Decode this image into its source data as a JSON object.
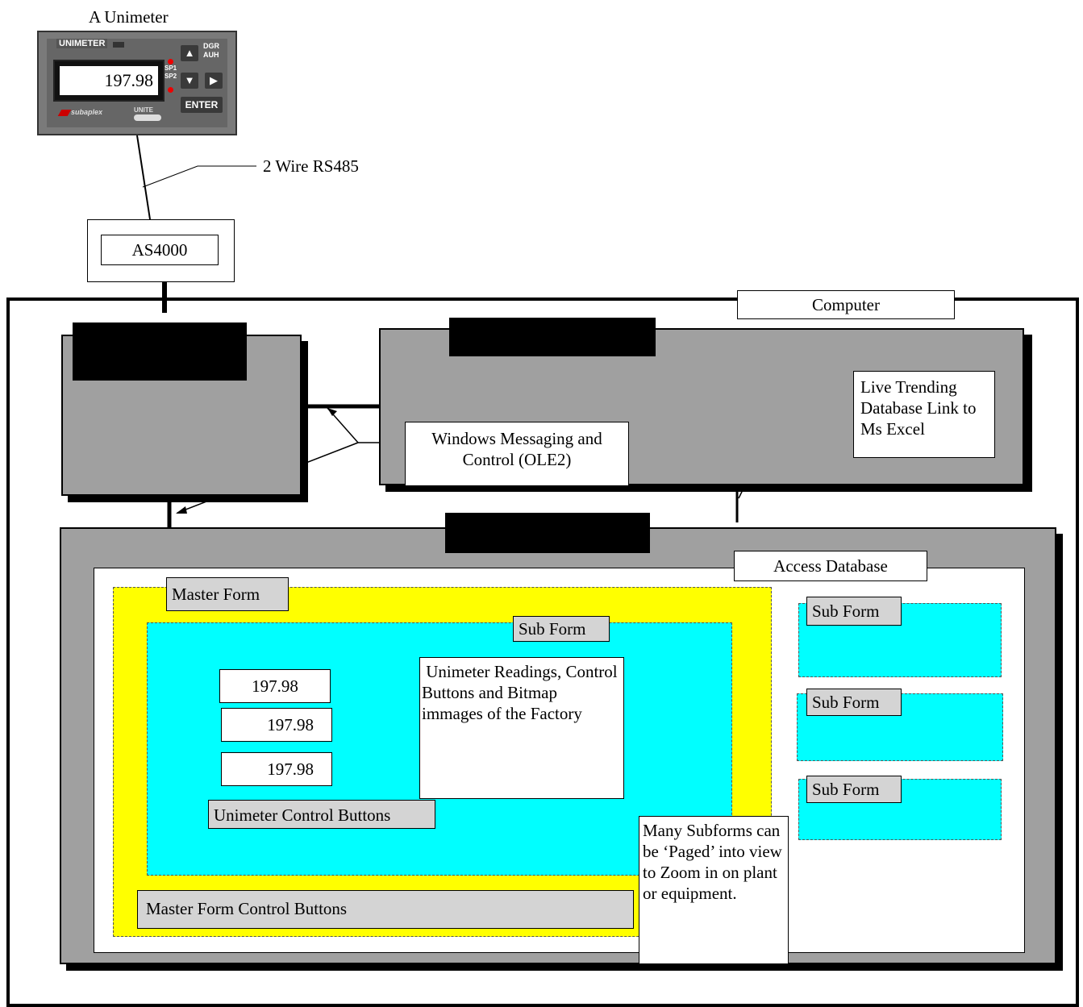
{
  "unimeter": {
    "caption": "A Unimeter",
    "brand": "UNIMETER",
    "display_value": "197.98",
    "sp1": "SP1",
    "sp2": "SP2",
    "dgr_top": "DGR",
    "dgr_bottom": "AUH",
    "enter": "ENTER",
    "maker": "subaplex",
    "unite": "UNITE"
  },
  "wire_label": "2 Wire RS485",
  "as4000_label": "AS4000",
  "computer_label": "Computer",
  "live_trending_label": "Live Trending Database Link to Ms Excel",
  "ole_label": "Windows Messaging and Control (OLE2)",
  "access_label": "Access Database",
  "master_form_label": "Master Form",
  "sub_form_main_label": "Sub Form",
  "readings": [
    "197.98",
    "197.98",
    "197.98"
  ],
  "readings_note": " Unimeter Readings, Control Buttons and Bitmap immages of the Factory",
  "unimeter_buttons_label": "Unimeter Control Buttons",
  "master_buttons_label": "Master Form Control Buttons",
  "side_subforms": [
    "Sub Form",
    "Sub Form",
    "Sub Form"
  ],
  "paging_note": "Many Subforms can be ‘Paged’ into view to Zoom in on plant or equipment.",
  "colors": {
    "panel_gray": "#a0a0a0",
    "master_form_fill": "#ffff00",
    "sub_form_fill": "#00ffff",
    "label_gray": "#d4d4d4"
  }
}
